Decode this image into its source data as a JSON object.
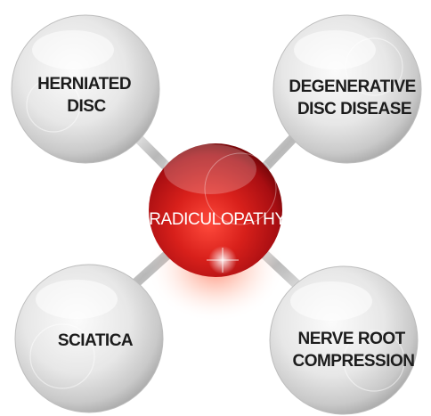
{
  "diagram": {
    "center": {
      "label": "RADICULOPATHY",
      "color": "#c8141a"
    },
    "nodes": [
      {
        "id": "top-left",
        "lines": [
          "HERNIATED",
          "DISC"
        ]
      },
      {
        "id": "top-right",
        "lines": [
          "DEGENERATIVE",
          "DISC DISEASE"
        ]
      },
      {
        "id": "bottom-left",
        "lines": [
          "SCIATICA"
        ]
      },
      {
        "id": "bottom-right",
        "lines": [
          "NERVE ROOT",
          "COMPRESSION"
        ]
      }
    ],
    "colors": {
      "sphere": "#dedede",
      "connector": "#b9b9b9",
      "label_text": "#1c1c1c"
    }
  }
}
